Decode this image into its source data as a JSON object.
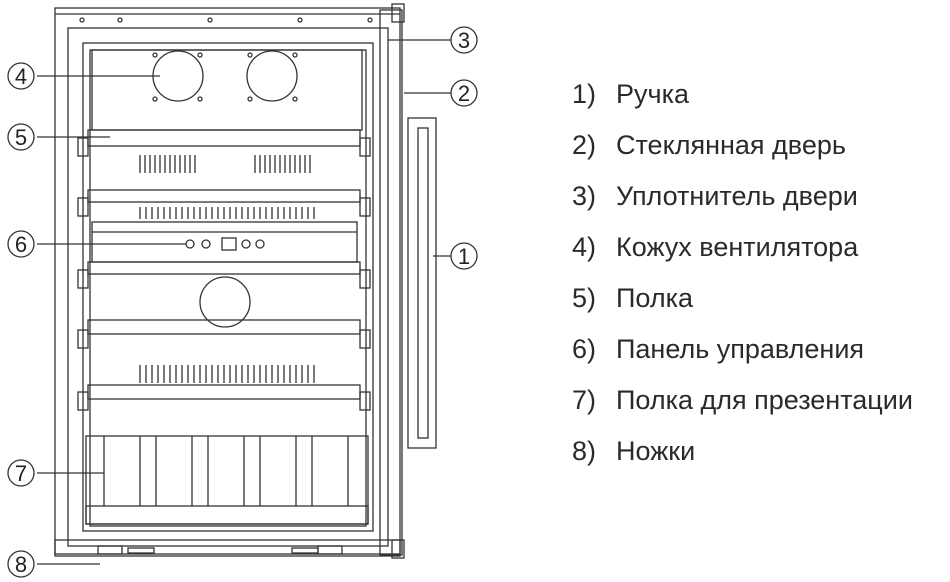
{
  "callouts": [
    {
      "number": "1",
      "part": "Ручка"
    },
    {
      "number": "2",
      "part": "Стеклянная дверь"
    },
    {
      "number": "3",
      "part": "Уплотнитель двери"
    },
    {
      "number": "4",
      "part": "Кожух вентилятора"
    },
    {
      "number": "5",
      "part": "Полка"
    },
    {
      "number": "6",
      "part": "Панель управления"
    },
    {
      "number": "7",
      "part": "Полка для презентации"
    },
    {
      "number": "8",
      "part": "Ножки"
    }
  ],
  "legend": [
    {
      "num": "1)",
      "label": "Ручка"
    },
    {
      "num": "2)",
      "label": "Стеклянная дверь"
    },
    {
      "num": "3)",
      "label": "Уплотнитель двери"
    },
    {
      "num": "4)",
      "label": "Кожух вентилятора"
    },
    {
      "num": "5)",
      "label": "Полка"
    },
    {
      "num": "6)",
      "label": "Панель управления"
    },
    {
      "num": "7)",
      "label": "Полка для презентации"
    },
    {
      "num": "8)",
      "label": "Ножки"
    }
  ]
}
